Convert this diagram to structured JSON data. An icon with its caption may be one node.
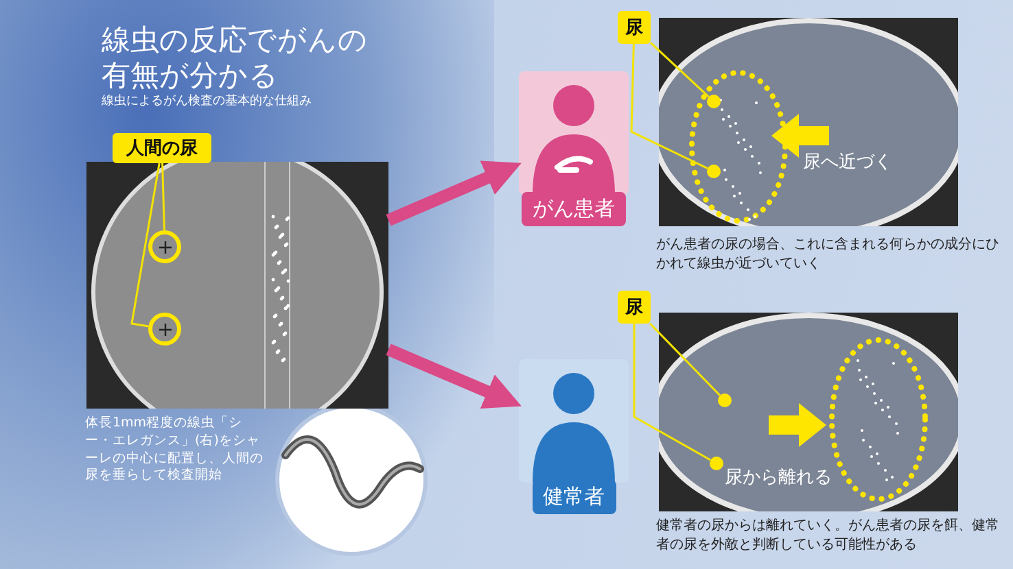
{
  "diagram": {
    "title": "線虫の反応でがんの有無が分かる",
    "nodes": [
      {
        "text": [],
        "shape": "picture"
      },
      {
        "text": [
          "人間の尿"
        ]
      },
      {
        "text": [],
        "shape": "circle",
        "in": 0
      },
      {
        "text": [],
        "shape": "circle",
        "in": 0
      },
      {
        "text": [
          "がん患者"
        ]
      },
      {
        "text": [
          "健常者"
        ]
      },
      {
        "text": [],
        "shape": "picture",
        "beside": [
          "がん患者の尿の場合、これに含まれる何らかの成分にひかれて線虫が近づいていく"
        ]
      },
      {
        "text": [
          "尿"
        ]
      },
      {
        "text": [],
        "shape": "circle",
        "in": 6
      },
      {
        "text": [],
        "shape": "circle",
        "in": 6
      },
      {
        "text": [],
        "shape": "picture",
        "beside": [
          "健常者の尿からは離れていく。がん患者の尿を餌、健常者の尿を外敵と判断している可能性がある"
        ]
      },
      {
        "text": [
          "尿"
        ]
      },
      {
        "text": [],
        "shape": "circle",
        "in": 10
      },
      {
        "text": [],
        "shape": "circle",
        "in": 10
      }
    ],
    "edges": [
      {
        "from": 0,
        "to": 4,
        "arrow": "to",
        "style": "thick",
        "color": "#d94a86"
      },
      {
        "from": 0,
        "to": 5,
        "arrow": "to",
        "style": "thick",
        "color": "#d94a86"
      },
      {
        "from": 1,
        "to": 2,
        "arrow": "none"
      },
      {
        "from": 1,
        "to": 3,
        "arrow": "none"
      },
      {
        "from": 7,
        "to": 8,
        "arrow": "none"
      },
      {
        "from": 7,
        "to": 9,
        "arrow": "none"
      },
      {
        "from": 11,
        "to": 12,
        "arrow": "none"
      },
      {
        "from": 11,
        "to": 13,
        "arrow": "none"
      }
    ],
    "labels": [
      "線虫によるがん検査の基本的な仕組み",
      "体長1mm程度の線虫「シー・エレガンス」(右)をシャーレの中心に配置し、人間の尿を垂らして検査開始",
      "尿へ近づく",
      "尿から離れる"
    ]
  }
}
